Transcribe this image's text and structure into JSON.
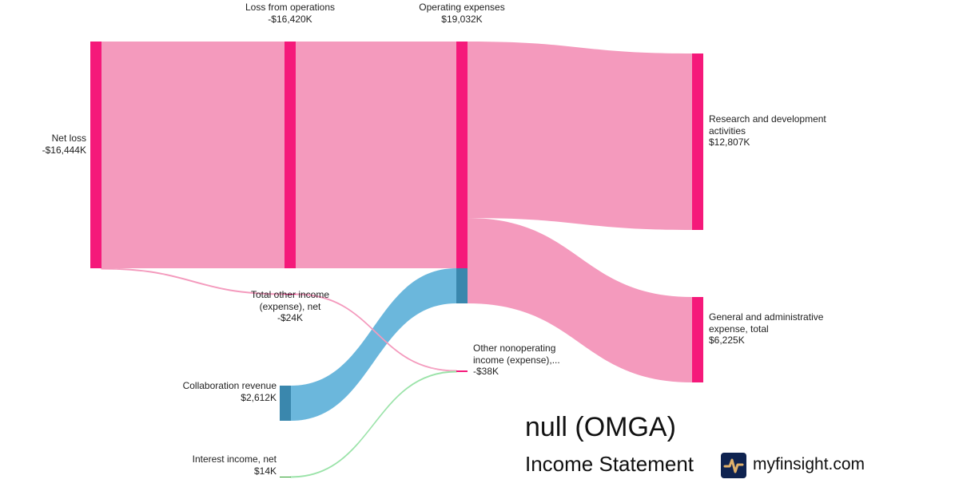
{
  "chart_data": {
    "type": "sankey",
    "title": "null (OMGA)",
    "subtitle": "Income Statement",
    "nodes": [
      {
        "id": "net_loss",
        "name": "Net loss",
        "value_label": "-$16,444K",
        "value": -16444,
        "color": "#f5197a"
      },
      {
        "id": "loss_ops",
        "name": "Loss from operations",
        "value_label": "-$16,420K",
        "value": -16420,
        "color": "#f5197a"
      },
      {
        "id": "total_other",
        "name": "Total other income (expense), net",
        "value_label": "-$24K",
        "value": -24,
        "color": "#f5197a"
      },
      {
        "id": "collab",
        "name": "Collaboration revenue",
        "value_label": "$2,612K",
        "value": 2612,
        "color": "#3a87ad"
      },
      {
        "id": "interest",
        "name": "Interest income, net",
        "value_label": "$14K",
        "value": 14,
        "color": "#2ca02c"
      },
      {
        "id": "opex",
        "name": "Operating expenses",
        "value_label": "$19,032K",
        "value": 19032,
        "color": "#f5197a"
      },
      {
        "id": "other_nonop",
        "name": "Other nonoperating income (expense),...",
        "value_label": "-$38K",
        "value": -38,
        "color": "#f5197a"
      },
      {
        "id": "rd",
        "name": "Research and development activities",
        "value_label": "$12,807K",
        "value": 12807,
        "color": "#f5197a"
      },
      {
        "id": "ga",
        "name": "General and administrative expense, total",
        "value_label": "$6,225K",
        "value": 6225,
        "color": "#f5197a"
      }
    ],
    "links": [
      {
        "source": "net_loss",
        "target": "loss_ops",
        "value": 16420,
        "color": "#f49abd"
      },
      {
        "source": "net_loss",
        "target": "total_other",
        "value": 24,
        "color": "#f49abd"
      },
      {
        "source": "loss_ops",
        "target": "opex",
        "value": 16420,
        "color": "#f49abd"
      },
      {
        "source": "collab",
        "target": "opex",
        "value": 2612,
        "color": "#6bb7dc"
      },
      {
        "source": "total_other",
        "target": "other_nonop",
        "value": 38,
        "color": "#f49abd"
      },
      {
        "source": "interest",
        "target": "other_nonop",
        "value": 14,
        "color": "#9be3a9"
      },
      {
        "source": "opex",
        "target": "rd",
        "value": 12807,
        "color": "#f49abd"
      },
      {
        "source": "opex",
        "target": "ga",
        "value": 6225,
        "color": "#f49abd"
      }
    ]
  },
  "brand": {
    "site": "myfinsight.com",
    "logo_icon": "pulse-icon",
    "logo_color": "#0f2350",
    "accent": "#e0b16b"
  }
}
